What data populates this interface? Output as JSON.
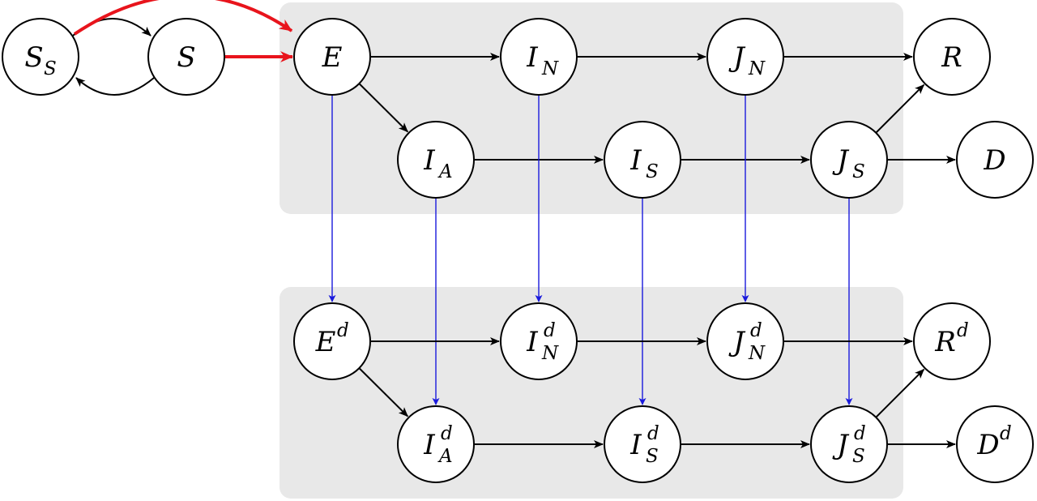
{
  "colors": {
    "background": "#ffffff",
    "group_fill": "#e8e8e8",
    "node_fill": "#ffffff",
    "node_stroke": "#000000",
    "edge_black": "#000000",
    "edge_blue": "#1a1adc",
    "edge_red": "#e8141c"
  },
  "groups": [
    {
      "id": "undetected-group",
      "label": ""
    },
    {
      "id": "detected-group",
      "label": ""
    }
  ],
  "nodes": [
    {
      "id": "SS",
      "main": "S",
      "sub": "S",
      "sup": ""
    },
    {
      "id": "S",
      "main": "S",
      "sub": "",
      "sup": ""
    },
    {
      "id": "E",
      "main": "E",
      "sub": "",
      "sup": ""
    },
    {
      "id": "IN",
      "main": "I",
      "sub": "N",
      "sup": ""
    },
    {
      "id": "JN",
      "main": "J",
      "sub": "N",
      "sup": ""
    },
    {
      "id": "R",
      "main": "R",
      "sub": "",
      "sup": ""
    },
    {
      "id": "IA",
      "main": "I",
      "sub": "A",
      "sup": ""
    },
    {
      "id": "IS",
      "main": "I",
      "sub": "S",
      "sup": ""
    },
    {
      "id": "JS",
      "main": "J",
      "sub": "S",
      "sup": ""
    },
    {
      "id": "D",
      "main": "D",
      "sub": "",
      "sup": ""
    },
    {
      "id": "Ed",
      "main": "E",
      "sub": "",
      "sup": "d"
    },
    {
      "id": "INd",
      "main": "I",
      "sub": "N",
      "sup": "d"
    },
    {
      "id": "JNd",
      "main": "J",
      "sub": "N",
      "sup": "d"
    },
    {
      "id": "Rd",
      "main": "R",
      "sub": "",
      "sup": "d"
    },
    {
      "id": "IAd",
      "main": "I",
      "sub": "A",
      "sup": "d"
    },
    {
      "id": "ISd",
      "main": "I",
      "sub": "S",
      "sup": "d"
    },
    {
      "id": "JSd",
      "main": "J",
      "sub": "S",
      "sup": "d"
    },
    {
      "id": "Dd",
      "main": "D",
      "sub": "",
      "sup": "d"
    }
  ],
  "edges": [
    {
      "from": "SS",
      "to": "S",
      "kind": "black",
      "curve": "upper"
    },
    {
      "from": "S",
      "to": "SS",
      "kind": "black",
      "curve": "lower"
    },
    {
      "from": "SS",
      "to": "E",
      "kind": "red",
      "curve": "arc"
    },
    {
      "from": "S",
      "to": "E",
      "kind": "red",
      "curve": "straight"
    },
    {
      "from": "E",
      "to": "IN",
      "kind": "black",
      "curve": "straight"
    },
    {
      "from": "IN",
      "to": "JN",
      "kind": "black",
      "curve": "straight"
    },
    {
      "from": "JN",
      "to": "R",
      "kind": "black",
      "curve": "straight"
    },
    {
      "from": "E",
      "to": "IA",
      "kind": "black",
      "curve": "straight"
    },
    {
      "from": "IA",
      "to": "IS",
      "kind": "black",
      "curve": "straight"
    },
    {
      "from": "IS",
      "to": "JS",
      "kind": "black",
      "curve": "straight"
    },
    {
      "from": "JS",
      "to": "R",
      "kind": "black",
      "curve": "straight"
    },
    {
      "from": "JS",
      "to": "D",
      "kind": "black",
      "curve": "straight"
    },
    {
      "from": "E",
      "to": "Ed",
      "kind": "blue",
      "curve": "straight"
    },
    {
      "from": "IA",
      "to": "IAd",
      "kind": "blue",
      "curve": "straight"
    },
    {
      "from": "IN",
      "to": "INd",
      "kind": "blue",
      "curve": "straight"
    },
    {
      "from": "IS",
      "to": "ISd",
      "kind": "blue",
      "curve": "straight"
    },
    {
      "from": "JN",
      "to": "JNd",
      "kind": "blue",
      "curve": "straight"
    },
    {
      "from": "JS",
      "to": "JSd",
      "kind": "blue",
      "curve": "straight"
    },
    {
      "from": "Ed",
      "to": "INd",
      "kind": "black",
      "curve": "straight"
    },
    {
      "from": "INd",
      "to": "JNd",
      "kind": "black",
      "curve": "straight"
    },
    {
      "from": "JNd",
      "to": "Rd",
      "kind": "black",
      "curve": "straight"
    },
    {
      "from": "Ed",
      "to": "IAd",
      "kind": "black",
      "curve": "straight"
    },
    {
      "from": "IAd",
      "to": "ISd",
      "kind": "black",
      "curve": "straight"
    },
    {
      "from": "ISd",
      "to": "JSd",
      "kind": "black",
      "curve": "straight"
    },
    {
      "from": "JSd",
      "to": "Rd",
      "kind": "black",
      "curve": "straight"
    },
    {
      "from": "JSd",
      "to": "Dd",
      "kind": "black",
      "curve": "straight"
    }
  ]
}
